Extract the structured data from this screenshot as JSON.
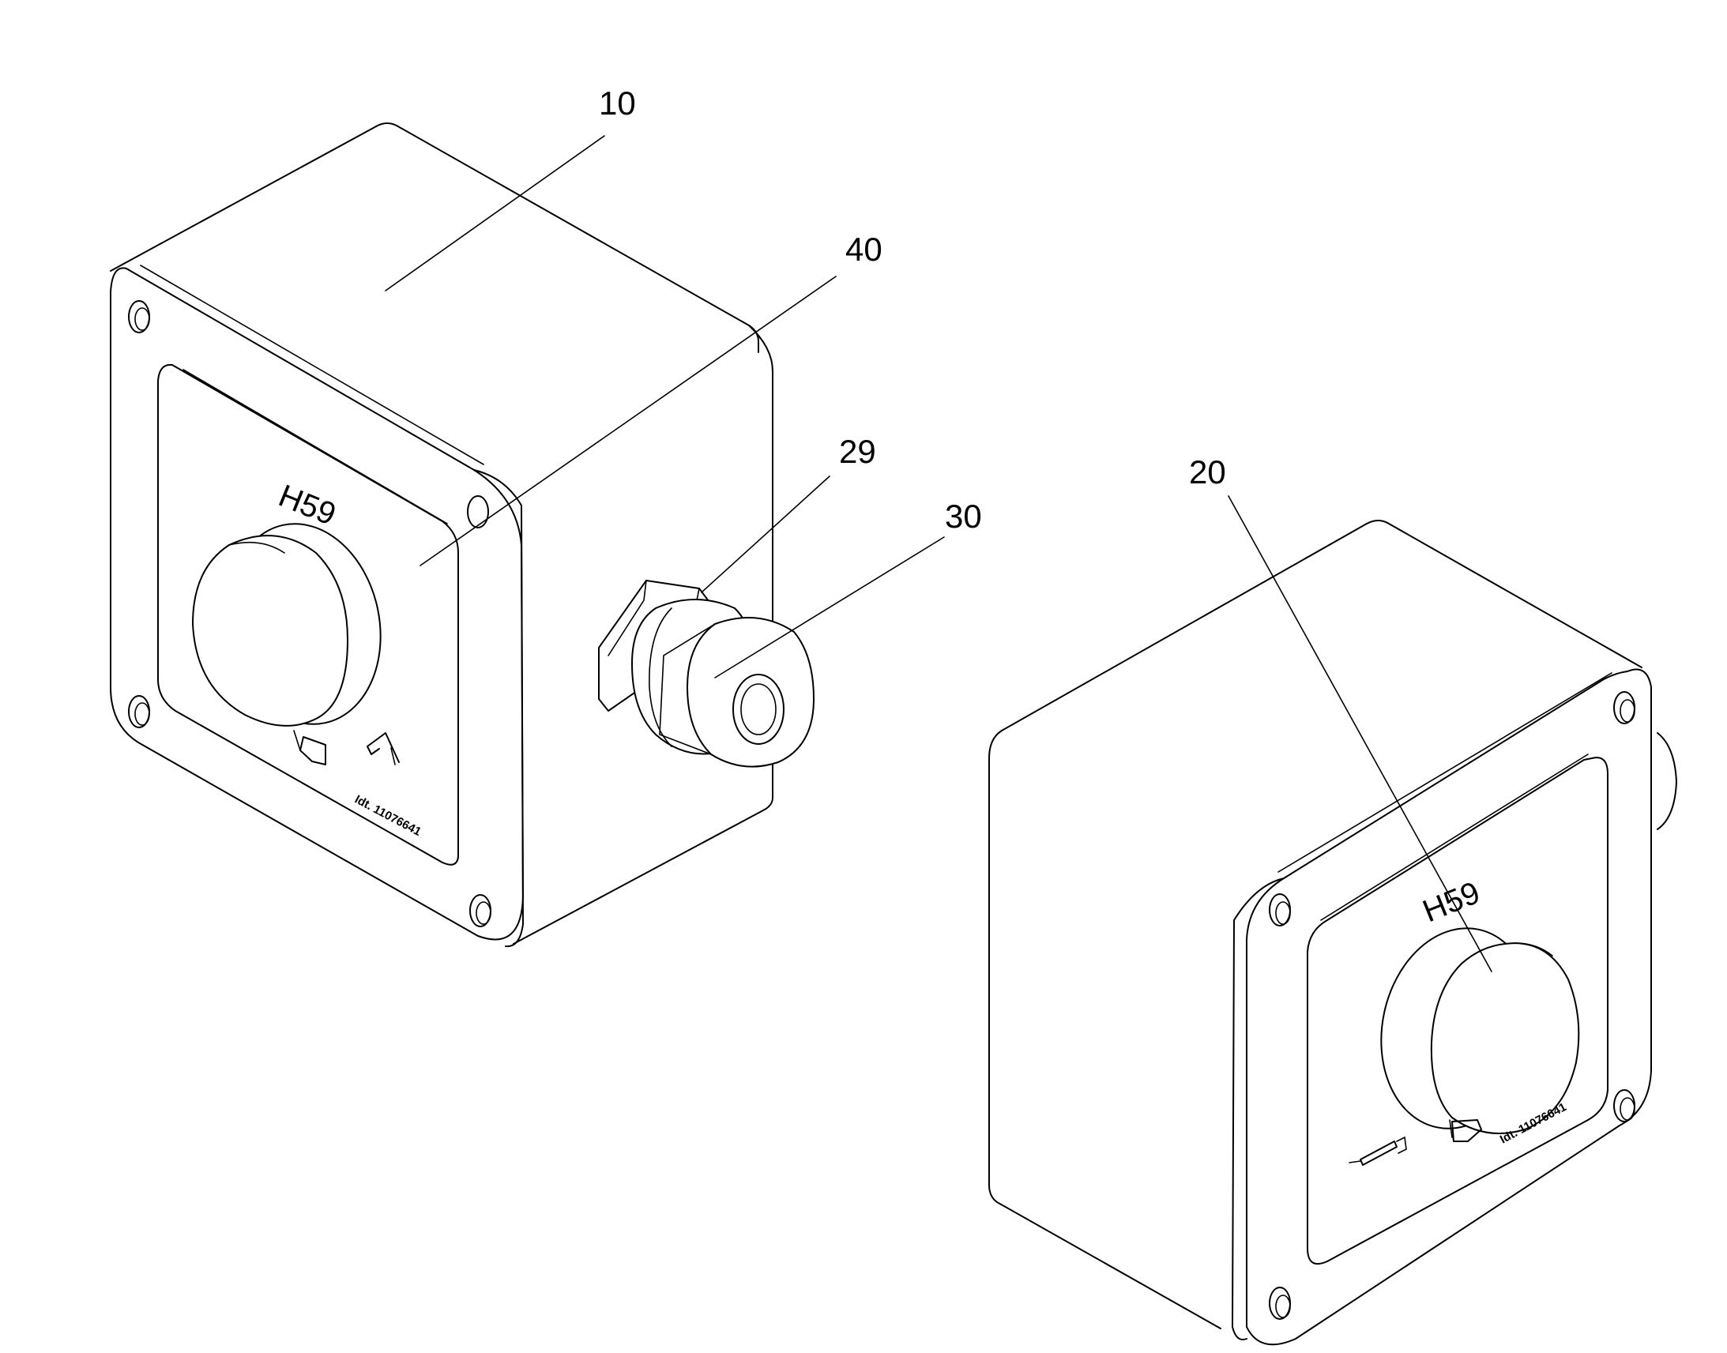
{
  "callouts": {
    "c10": "10",
    "c40": "40",
    "c29": "29",
    "c30": "30",
    "c20": "20"
  },
  "units": {
    "left": {
      "label": "H59",
      "ident": "Idt. 11076641"
    },
    "right": {
      "label": "H59",
      "ident": "Idt. 11076641"
    }
  },
  "icons": {
    "left_symbols": [
      "bucket-icon",
      "hook-icon"
    ],
    "right_symbols": [
      "tube-icon",
      "bucket-icon"
    ]
  },
  "colors": {
    "line": "#000000",
    "background": "#ffffff"
  }
}
